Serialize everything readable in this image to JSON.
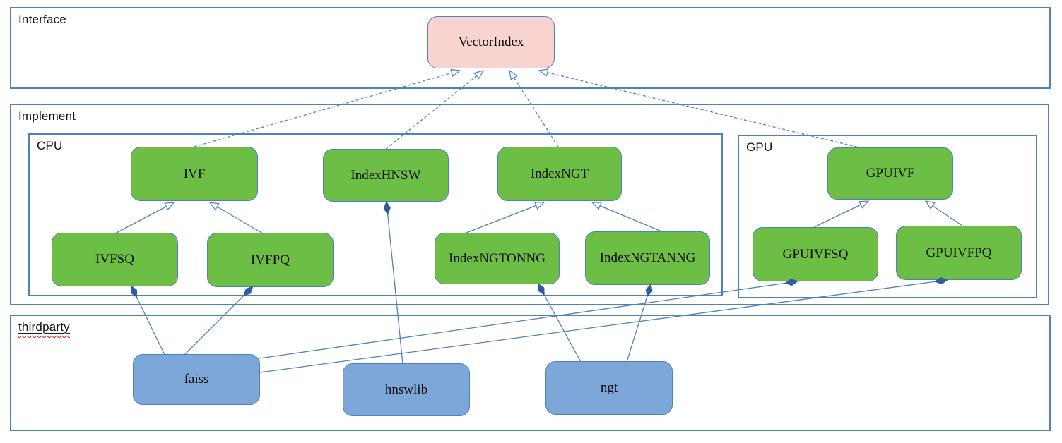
{
  "diagram": {
    "containers": {
      "interface": {
        "label": "Interface"
      },
      "implement": {
        "label": "Implement"
      },
      "cpu": {
        "label": "CPU"
      },
      "gpu": {
        "label": "GPU"
      },
      "thirdparty": {
        "label": "thirdparty"
      }
    },
    "nodes": {
      "vectorindex": {
        "label": "VectorIndex",
        "group": "interface",
        "color": "#f8d3d0"
      },
      "ivf": {
        "label": "IVF",
        "group": "cpu",
        "color": "#6cbe45"
      },
      "indexhnsw": {
        "label": "IndexHNSW",
        "group": "cpu",
        "color": "#6cbe45"
      },
      "indexngt": {
        "label": "IndexNGT",
        "group": "cpu",
        "color": "#6cbe45"
      },
      "ivfsq": {
        "label": "IVFSQ",
        "group": "cpu",
        "color": "#6cbe45"
      },
      "ivfpq": {
        "label": "IVFPQ",
        "group": "cpu",
        "color": "#6cbe45"
      },
      "indexngtonng": {
        "label": "IndexNGTONNG",
        "group": "cpu",
        "color": "#6cbe45"
      },
      "indexngtanng": {
        "label": "IndexNGTANNG",
        "group": "cpu",
        "color": "#6cbe45"
      },
      "gpuivf": {
        "label": "GPUIVF",
        "group": "gpu",
        "color": "#6cbe45"
      },
      "gpuivfsq": {
        "label": "GPUIVFSQ",
        "group": "gpu",
        "color": "#6cbe45"
      },
      "gpuivfpq": {
        "label": "GPUIVFPQ",
        "group": "gpu",
        "color": "#6cbe45"
      },
      "faiss": {
        "label": "faiss",
        "group": "thirdparty",
        "color": "#7da7d9"
      },
      "hnswlib": {
        "label": "hnswlib",
        "group": "thirdparty",
        "color": "#7da7d9"
      },
      "ngt": {
        "label": "ngt",
        "group": "thirdparty",
        "color": "#7da7d9"
      }
    },
    "edges": [
      {
        "from": "ivf",
        "to": "vectorindex",
        "type": "realization-dashed-hollow-arrow"
      },
      {
        "from": "indexhnsw",
        "to": "vectorindex",
        "type": "realization-dashed-hollow-arrow"
      },
      {
        "from": "indexngt",
        "to": "vectorindex",
        "type": "realization-dashed-hollow-arrow"
      },
      {
        "from": "gpuivf",
        "to": "vectorindex",
        "type": "realization-dashed-hollow-arrow"
      },
      {
        "from": "ivfsq",
        "to": "ivf",
        "type": "generalization-hollow-arrow"
      },
      {
        "from": "ivfpq",
        "to": "ivf",
        "type": "generalization-hollow-arrow"
      },
      {
        "from": "indexngtonng",
        "to": "indexngt",
        "type": "generalization-hollow-arrow"
      },
      {
        "from": "indexngtanng",
        "to": "indexngt",
        "type": "generalization-hollow-arrow"
      },
      {
        "from": "gpuivfsq",
        "to": "gpuivf",
        "type": "generalization-hollow-arrow"
      },
      {
        "from": "gpuivfpq",
        "to": "gpuivf",
        "type": "generalization-hollow-arrow"
      },
      {
        "from": "ivfsq",
        "to": "faiss",
        "type": "composition-filled-diamond"
      },
      {
        "from": "ivfpq",
        "to": "faiss",
        "type": "composition-filled-diamond"
      },
      {
        "from": "indexhnsw",
        "to": "hnswlib",
        "type": "composition-filled-diamond"
      },
      {
        "from": "indexngtonng",
        "to": "ngt",
        "type": "composition-filled-diamond"
      },
      {
        "from": "indexngtanng",
        "to": "ngt",
        "type": "composition-filled-diamond"
      },
      {
        "from": "gpuivfsq",
        "to": "faiss",
        "type": "composition-filled-diamond"
      },
      {
        "from": "gpuivfpq",
        "to": "faiss",
        "type": "composition-filled-diamond"
      }
    ],
    "colors": {
      "container_border": "#4f81bd",
      "edge_stroke": "#4f81bd",
      "class_green": "#6cbe45",
      "library_blue": "#7da7d9",
      "interface_pink": "#f8d3d0",
      "diamond_fill": "#2e5c9e",
      "spellcheck_red": "#cc1f1a",
      "text": "#0a0a0a"
    }
  }
}
